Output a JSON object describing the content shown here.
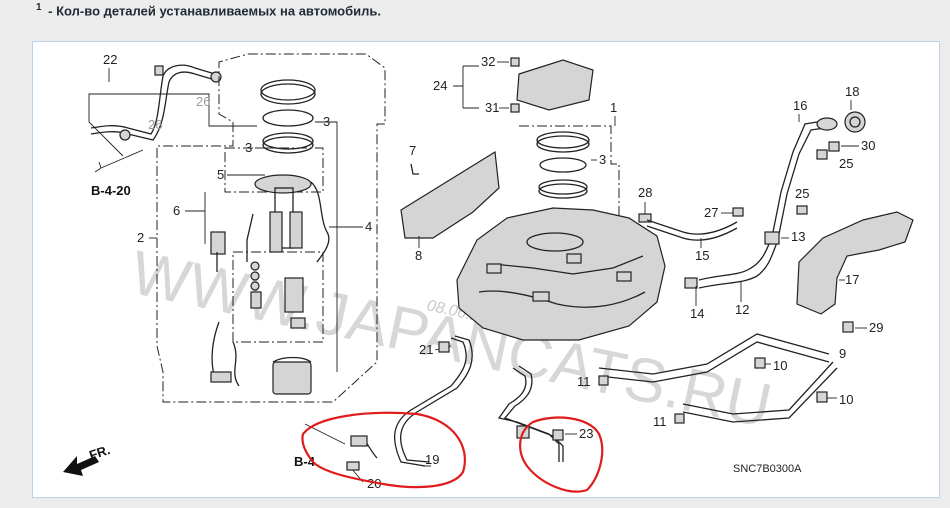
{
  "header": {
    "superscript": "1",
    "note": " - Кол-во деталей устанавливаемых на автомобиль."
  },
  "diagram": {
    "part_numbers": {
      "p1": "1",
      "p2": "2",
      "p3a": "3",
      "p3b": "3",
      "p3c": "3",
      "p4": "4",
      "p5": "5",
      "p6": "6",
      "p7": "7",
      "p8": "8",
      "p9": "9",
      "p10a": "10",
      "p10b": "10",
      "p11a": "11",
      "p11b": "11",
      "p12": "12",
      "p13": "13",
      "p14": "14",
      "p15": "15",
      "p16": "16",
      "p17": "17",
      "p18": "18",
      "p19": "19",
      "p20": "20",
      "p21": "21",
      "p22": "22",
      "p23": "23",
      "p24": "24",
      "p25a": "25",
      "p25b": "25",
      "p26a": "26",
      "p26b": "26",
      "p27": "27",
      "p28": "28",
      "p29": "29",
      "p30": "30",
      "p31": "31",
      "p32": "32"
    },
    "refs": {
      "b420": "B-4-20",
      "b4": "B-4"
    },
    "front_label": "FR.",
    "drawing_code": "SNC7B0300A",
    "watermark": "WWW.JAPANCATS.RU",
    "watermark_date": "08.06.2014",
    "colors": {
      "markup": "#e01b1b",
      "panel_border": "#b9d3ec",
      "background": "#ececec"
    }
  }
}
